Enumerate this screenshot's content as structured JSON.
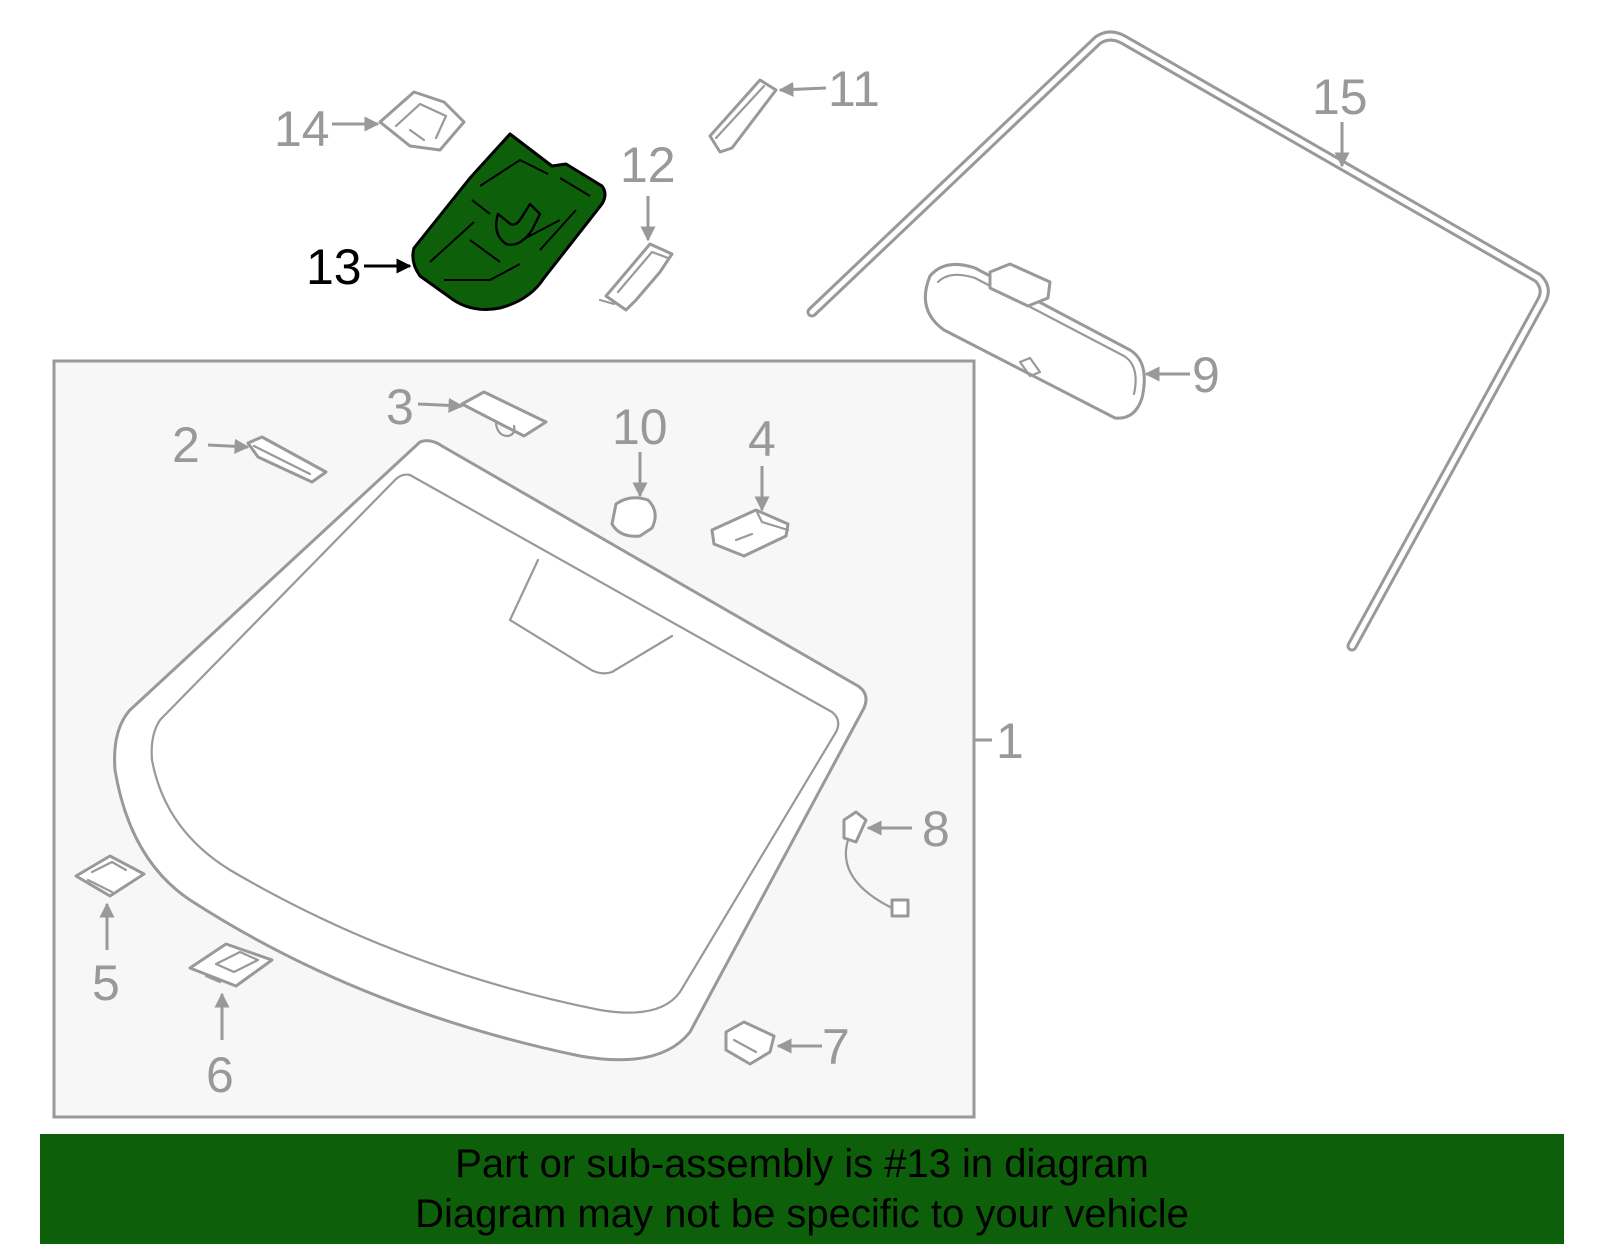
{
  "diagram": {
    "highlighted_part": "13",
    "highlight_color": "#0e5f0a",
    "line_color": "#999999",
    "labels": {
      "p1": "1",
      "p2": "2",
      "p3": "3",
      "p4": "4",
      "p5": "5",
      "p6": "6",
      "p7": "7",
      "p8": "8",
      "p9": "9",
      "p10": "10",
      "p11": "11",
      "p12": "12",
      "p13": "13",
      "p14": "14",
      "p15": "15"
    }
  },
  "banner": {
    "line1": "Part or sub-assembly is #13 in diagram",
    "line2": "Diagram may not be specific to your vehicle",
    "background": "#0e5f0a"
  }
}
